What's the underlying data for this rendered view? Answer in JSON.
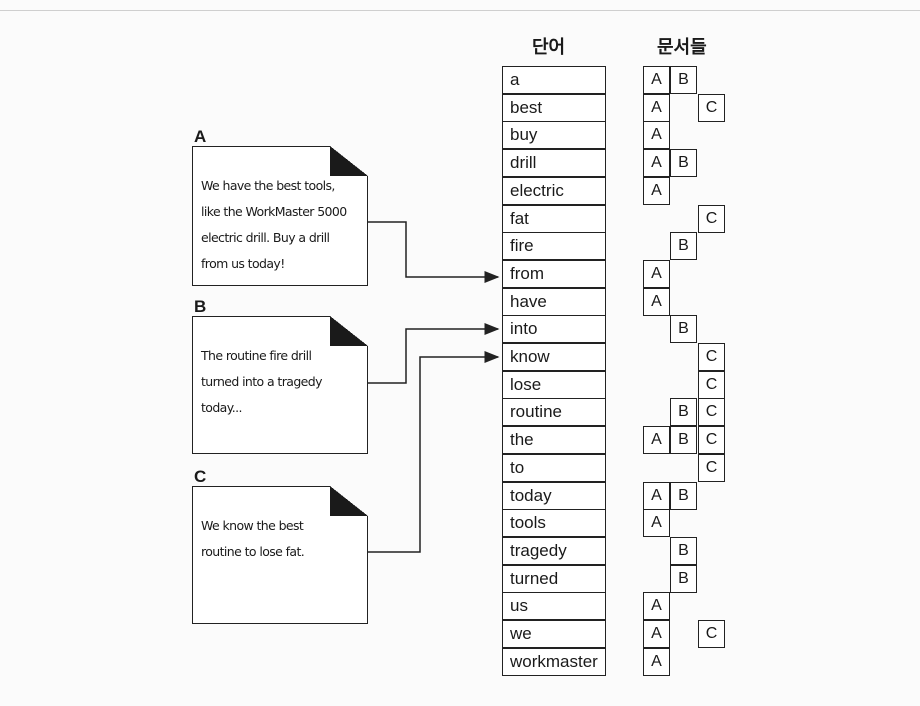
{
  "headers": {
    "words": "단어",
    "documents": "문서들"
  },
  "documents": [
    {
      "label": "A",
      "lines": [
        "We have the best tools,",
        "like the WorkMaster 5000",
        "electric drill. Buy a drill",
        "from us today!"
      ]
    },
    {
      "label": "B",
      "lines": [
        "The routine fire drill",
        "turned into a tragedy",
        "today..."
      ]
    },
    {
      "label": "C",
      "lines": [
        "We know the best",
        "routine to lose fat."
      ]
    }
  ],
  "index": [
    {
      "word": "a",
      "docs": [
        "A",
        "B"
      ]
    },
    {
      "word": "best",
      "docs": [
        "A",
        "C"
      ]
    },
    {
      "word": "buy",
      "docs": [
        "A"
      ]
    },
    {
      "word": "drill",
      "docs": [
        "A",
        "B"
      ]
    },
    {
      "word": "electric",
      "docs": [
        "A"
      ]
    },
    {
      "word": "fat",
      "docs": [
        "C"
      ]
    },
    {
      "word": "fire",
      "docs": [
        "B"
      ]
    },
    {
      "word": "from",
      "docs": [
        "A"
      ]
    },
    {
      "word": "have",
      "docs": [
        "A"
      ]
    },
    {
      "word": "into",
      "docs": [
        "B"
      ]
    },
    {
      "word": "know",
      "docs": [
        "C"
      ]
    },
    {
      "word": "lose",
      "docs": [
        "C"
      ]
    },
    {
      "word": "routine",
      "docs": [
        "B",
        "C"
      ]
    },
    {
      "word": "the",
      "docs": [
        "A",
        "B",
        "C"
      ]
    },
    {
      "word": "to",
      "docs": [
        "C"
      ]
    },
    {
      "word": "today",
      "docs": [
        "A",
        "B"
      ]
    },
    {
      "word": "tools",
      "docs": [
        "A"
      ]
    },
    {
      "word": "tragedy",
      "docs": [
        "B"
      ]
    },
    {
      "word": "turned",
      "docs": [
        "B"
      ]
    },
    {
      "word": "us",
      "docs": [
        "A"
      ]
    },
    {
      "word": "we",
      "docs": [
        "A",
        "C"
      ]
    },
    {
      "word": "workmaster",
      "docs": [
        "A"
      ]
    }
  ],
  "arrows": [
    {
      "from": "A",
      "to": "from"
    },
    {
      "from": "B",
      "to": "into"
    },
    {
      "from": "C",
      "to": "know"
    }
  ]
}
